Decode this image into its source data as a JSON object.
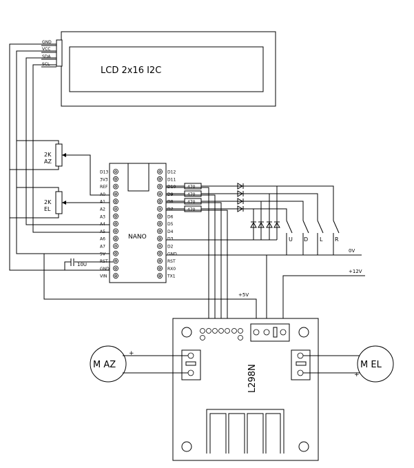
{
  "lcd": {
    "title": "LCD  2x16  I2C",
    "pins": [
      "GND",
      "VCC",
      "SDA",
      "SCL"
    ]
  },
  "pots": [
    {
      "value": "2K",
      "axis": "AZ"
    },
    {
      "value": "2K",
      "axis": "EL"
    }
  ],
  "nano": {
    "name": "NANO",
    "left_pins": [
      "D13",
      "3V3",
      "REF",
      "A0",
      "A1",
      "A2",
      "A3",
      "A4",
      "A5",
      "A6",
      "A7",
      "5V",
      "RST",
      "GND",
      "VIN"
    ],
    "right_pins": [
      "D12",
      "D11",
      "D10",
      "D9",
      "D8",
      "D7",
      "D6",
      "D5",
      "D4",
      "D3",
      "D2",
      "GND",
      "RST",
      "RX0",
      "TX1"
    ]
  },
  "capacitor": "10U",
  "resistors": [
    "470",
    "470",
    "470",
    "470"
  ],
  "switches": [
    "U",
    "D",
    "L",
    "R"
  ],
  "rails": {
    "zero": "0V",
    "v12": "+12V",
    "v5": "+5V"
  },
  "driver": {
    "name": "L298N"
  },
  "motors": [
    {
      "label": "M  AZ",
      "polarity": "+"
    },
    {
      "label": "M  EL",
      "polarity": "+"
    }
  ]
}
